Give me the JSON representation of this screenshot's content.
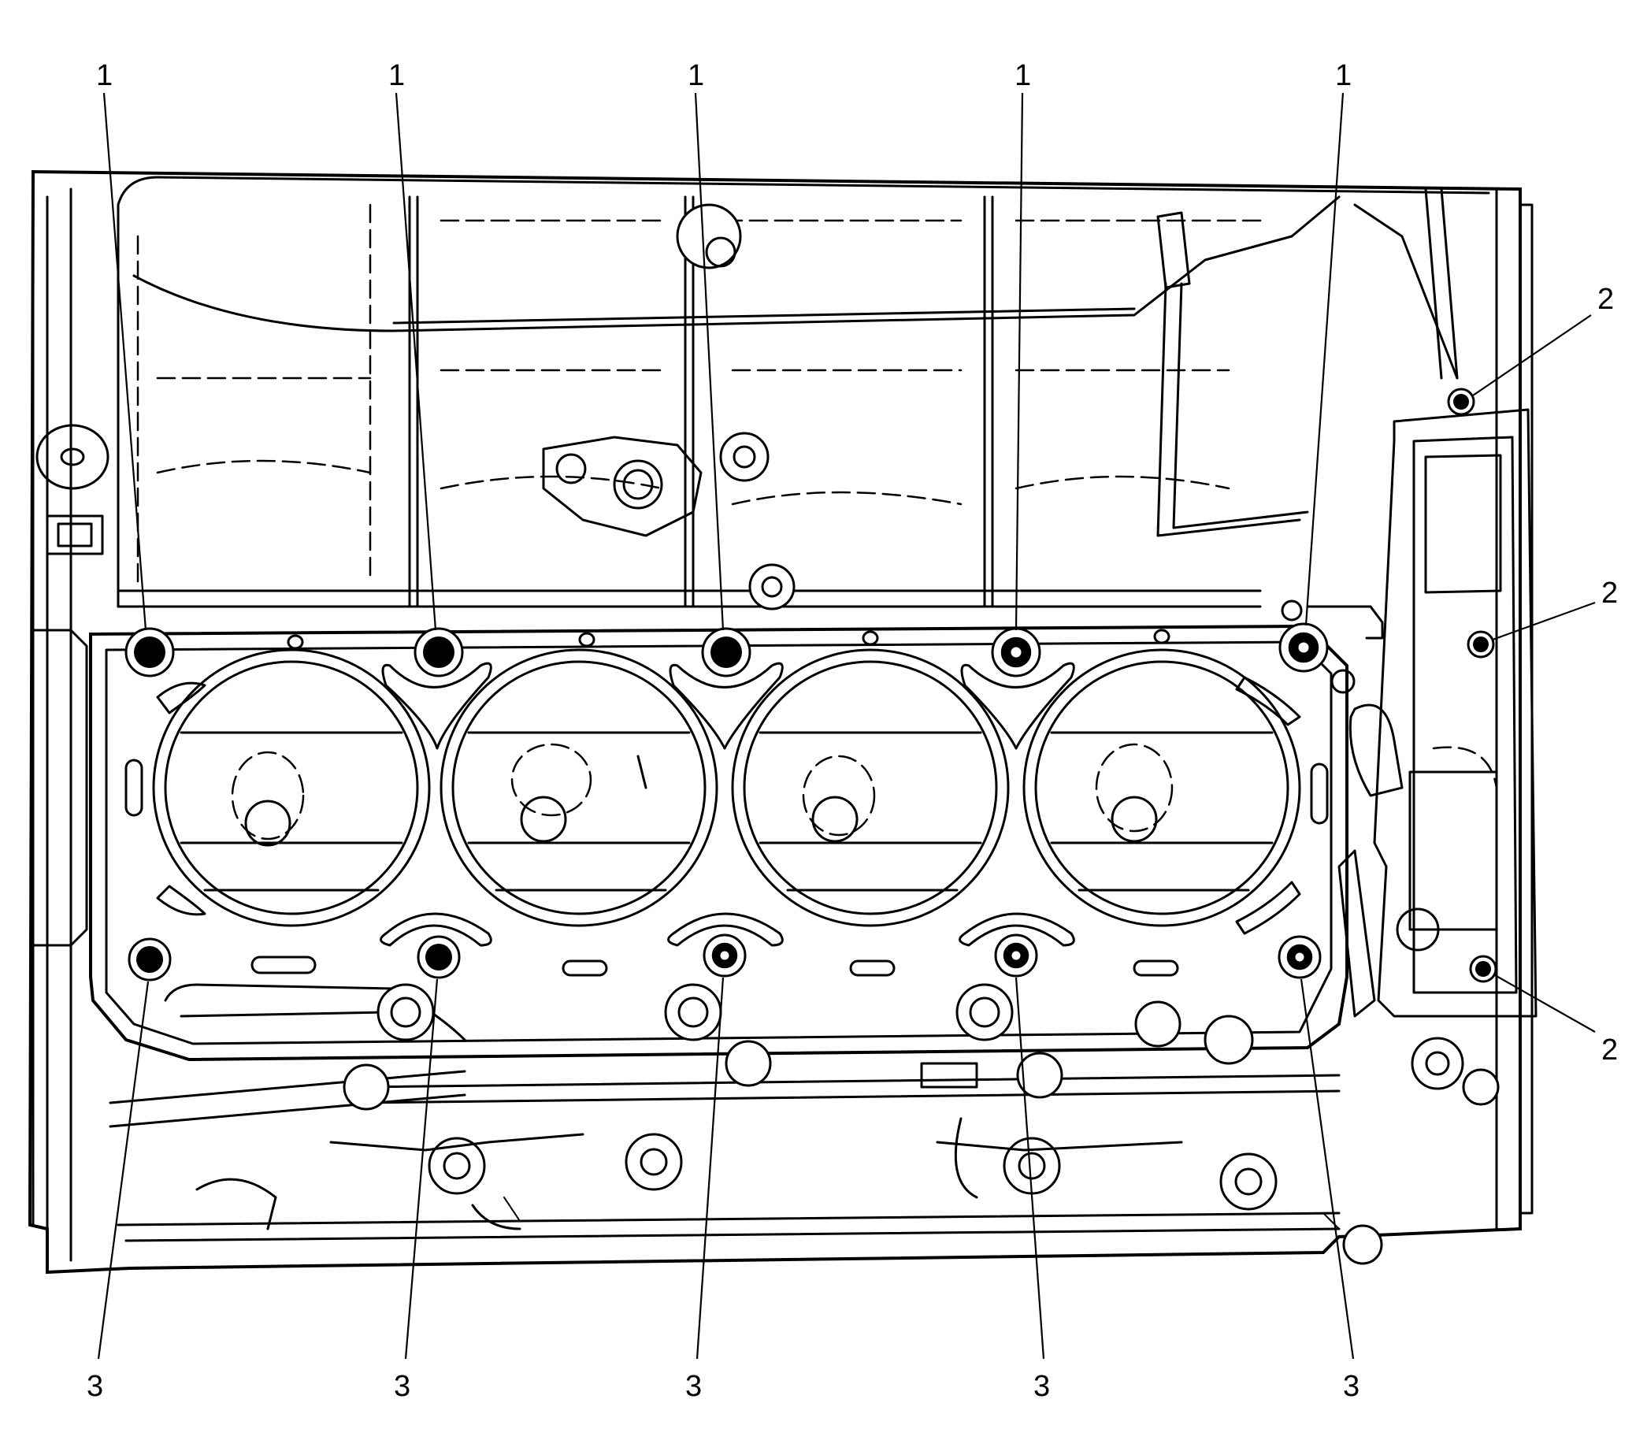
{
  "callouts": {
    "head_bolt_upper": "1",
    "head_bolt_end": "2",
    "head_bolt_lower": "3"
  }
}
